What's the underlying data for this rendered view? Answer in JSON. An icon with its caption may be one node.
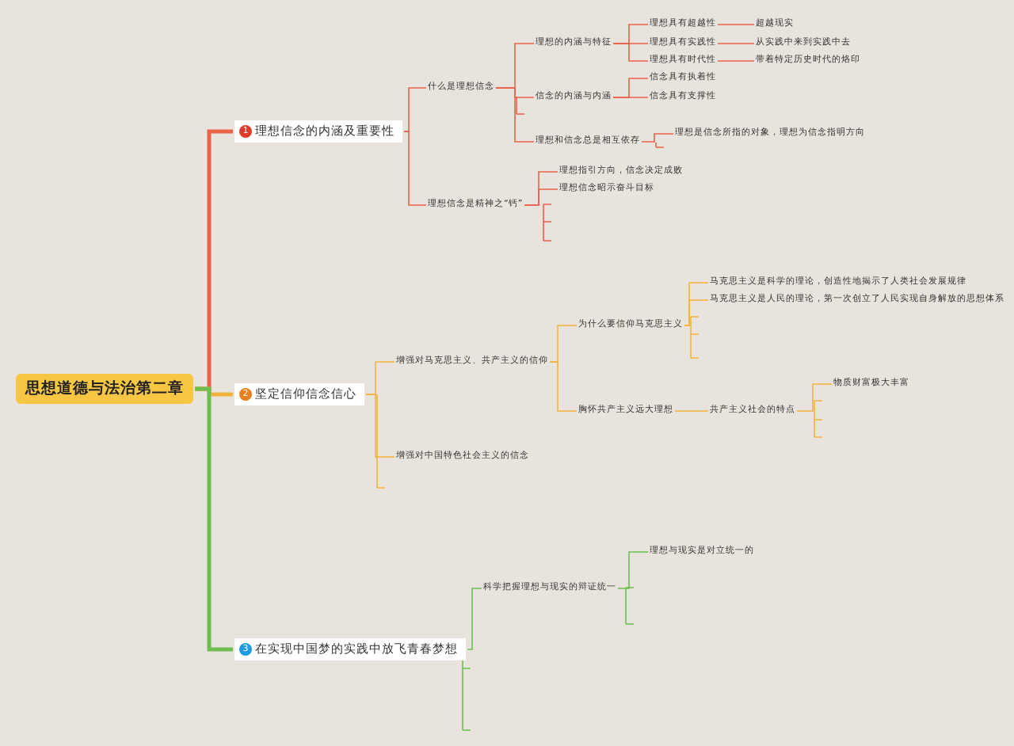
{
  "diagram": {
    "nodes": [
      {
        "text": [
          "思想道德与法治第二章"
        ]
      },
      {
        "text": [
          "1",
          "理想信念的内涵及重要性"
        ]
      },
      {
        "text": [
          "2",
          "坚定信仰信念信心"
        ]
      },
      {
        "text": [
          "3",
          "在实现中国梦的实践中放飞青春梦想"
        ]
      },
      {
        "text": [
          "什么是理想信念"
        ]
      },
      {
        "text": [
          "理想信念是精神之“钙”"
        ]
      },
      {
        "text": [
          "理想的内涵与特征"
        ]
      },
      {
        "text": [
          "信念的内涵与内涵"
        ]
      },
      {
        "text": [
          "理想和信念总是相互依存"
        ]
      },
      {
        "text": [
          "理想具有超越性"
        ]
      },
      {
        "text": [
          "超越现实"
        ]
      },
      {
        "text": [
          "理想具有实践性"
        ]
      },
      {
        "text": [
          "从实践中来到实践中去"
        ]
      },
      {
        "text": [
          "理想具有时代性"
        ]
      },
      {
        "text": [
          "带着特定历史时代的烙印"
        ]
      },
      {
        "text": [
          "信念具有执着性"
        ]
      },
      {
        "text": [
          "信念具有支撑性"
        ]
      },
      {
        "text": [
          "理想是信念所指的对象，理想为信念指明方向"
        ]
      },
      {
        "text": [
          "理想指引方向，信念决定成败"
        ]
      },
      {
        "text": [
          "理想信念昭示奋斗目标"
        ]
      },
      {
        "text": [
          "增强对马克思主义、共产主义的信仰"
        ]
      },
      {
        "text": [
          "增强对中国特色社会主义的信念"
        ]
      },
      {
        "text": [
          "为什么要信仰马克思主义"
        ]
      },
      {
        "text": [
          "胸怀共产主义远大理想"
        ]
      },
      {
        "text": [
          "马克思主义是科学的理论，创造性地揭示了人类社会发展规律"
        ]
      },
      {
        "text": [
          "马克思主义是人民的理论，第一次创立了人民实现自身解放的思想体系"
        ]
      },
      {
        "text": [
          "共产主义社会的特点"
        ]
      },
      {
        "text": [
          "物质财富极大丰富"
        ]
      },
      {
        "text": [
          "科学把握理想与现实的辩证统一"
        ]
      },
      {
        "text": [
          "理想与现实是对立统一的"
        ]
      }
    ],
    "edges": [
      {
        "from": 0,
        "to": 1,
        "arrow": "none",
        "style": "thick"
      },
      {
        "from": 1,
        "to": 4,
        "arrow": "none"
      },
      {
        "from": 1,
        "to": 5,
        "arrow": "none"
      },
      {
        "from": 4,
        "to": 6,
        "arrow": "none"
      },
      {
        "from": 4,
        "to": 7,
        "arrow": "none"
      },
      {
        "from": 4,
        "to": 8,
        "arrow": "none"
      },
      {
        "from": 6,
        "to": 9,
        "arrow": "none"
      },
      {
        "from": 9,
        "to": 10,
        "arrow": "none"
      },
      {
        "from": 6,
        "to": 11,
        "arrow": "none"
      },
      {
        "from": 11,
        "to": 12,
        "arrow": "none"
      },
      {
        "from": 6,
        "to": 13,
        "arrow": "none"
      },
      {
        "from": 13,
        "to": 14,
        "arrow": "none"
      },
      {
        "from": 7,
        "to": 15,
        "arrow": "none"
      },
      {
        "from": 7,
        "to": 16,
        "arrow": "none"
      },
      {
        "from": 8,
        "to": 17,
        "arrow": "none"
      },
      {
        "from": 5,
        "to": 18,
        "arrow": "none"
      },
      {
        "from": 5,
        "to": 19,
        "arrow": "none"
      },
      {
        "from": 0,
        "to": 2,
        "arrow": "none",
        "style": "thick",
        "color": "#f2b33d"
      },
      {
        "from": 2,
        "to": 20,
        "arrow": "none",
        "color": "#f2b33d"
      },
      {
        "from": 2,
        "to": 21,
        "arrow": "none",
        "color": "#f2b33d"
      },
      {
        "from": 20,
        "to": 22,
        "arrow": "none",
        "color": "#f2b33d"
      },
      {
        "from": 20,
        "to": 23,
        "arrow": "none",
        "color": "#f2b33d"
      },
      {
        "from": 22,
        "to": 24,
        "arrow": "none",
        "color": "#f2b33d"
      },
      {
        "from": 22,
        "to": 25,
        "arrow": "none",
        "color": "#f2b33d"
      },
      {
        "from": 23,
        "to": 26,
        "arrow": "none",
        "color": "#f2b33d"
      },
      {
        "from": 26,
        "to": 27,
        "arrow": "none",
        "color": "#f2b33d"
      },
      {
        "from": 0,
        "to": 3,
        "arrow": "none",
        "style": "thick",
        "color": "#6cbf4f"
      },
      {
        "from": 3,
        "to": 28,
        "arrow": "none",
        "color": "#6cbf4f"
      },
      {
        "from": 28,
        "to": 29,
        "arrow": "none",
        "color": "#6cbf4f"
      }
    ]
  }
}
